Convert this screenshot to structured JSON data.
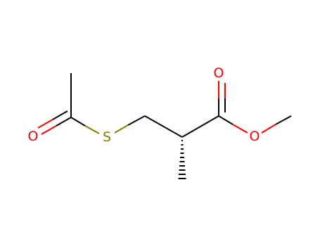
{
  "molecule": {
    "colors": {
      "carbon_bond": "#000000",
      "oxygen": "#ff0000",
      "sulfur": "#808000"
    },
    "atoms": {
      "thioester_oxygen": "O",
      "sulfur": "S",
      "carbonyl_oxygen": "O",
      "ester_oxygen": "O"
    },
    "stereo_bond": "hashed-wedge"
  }
}
